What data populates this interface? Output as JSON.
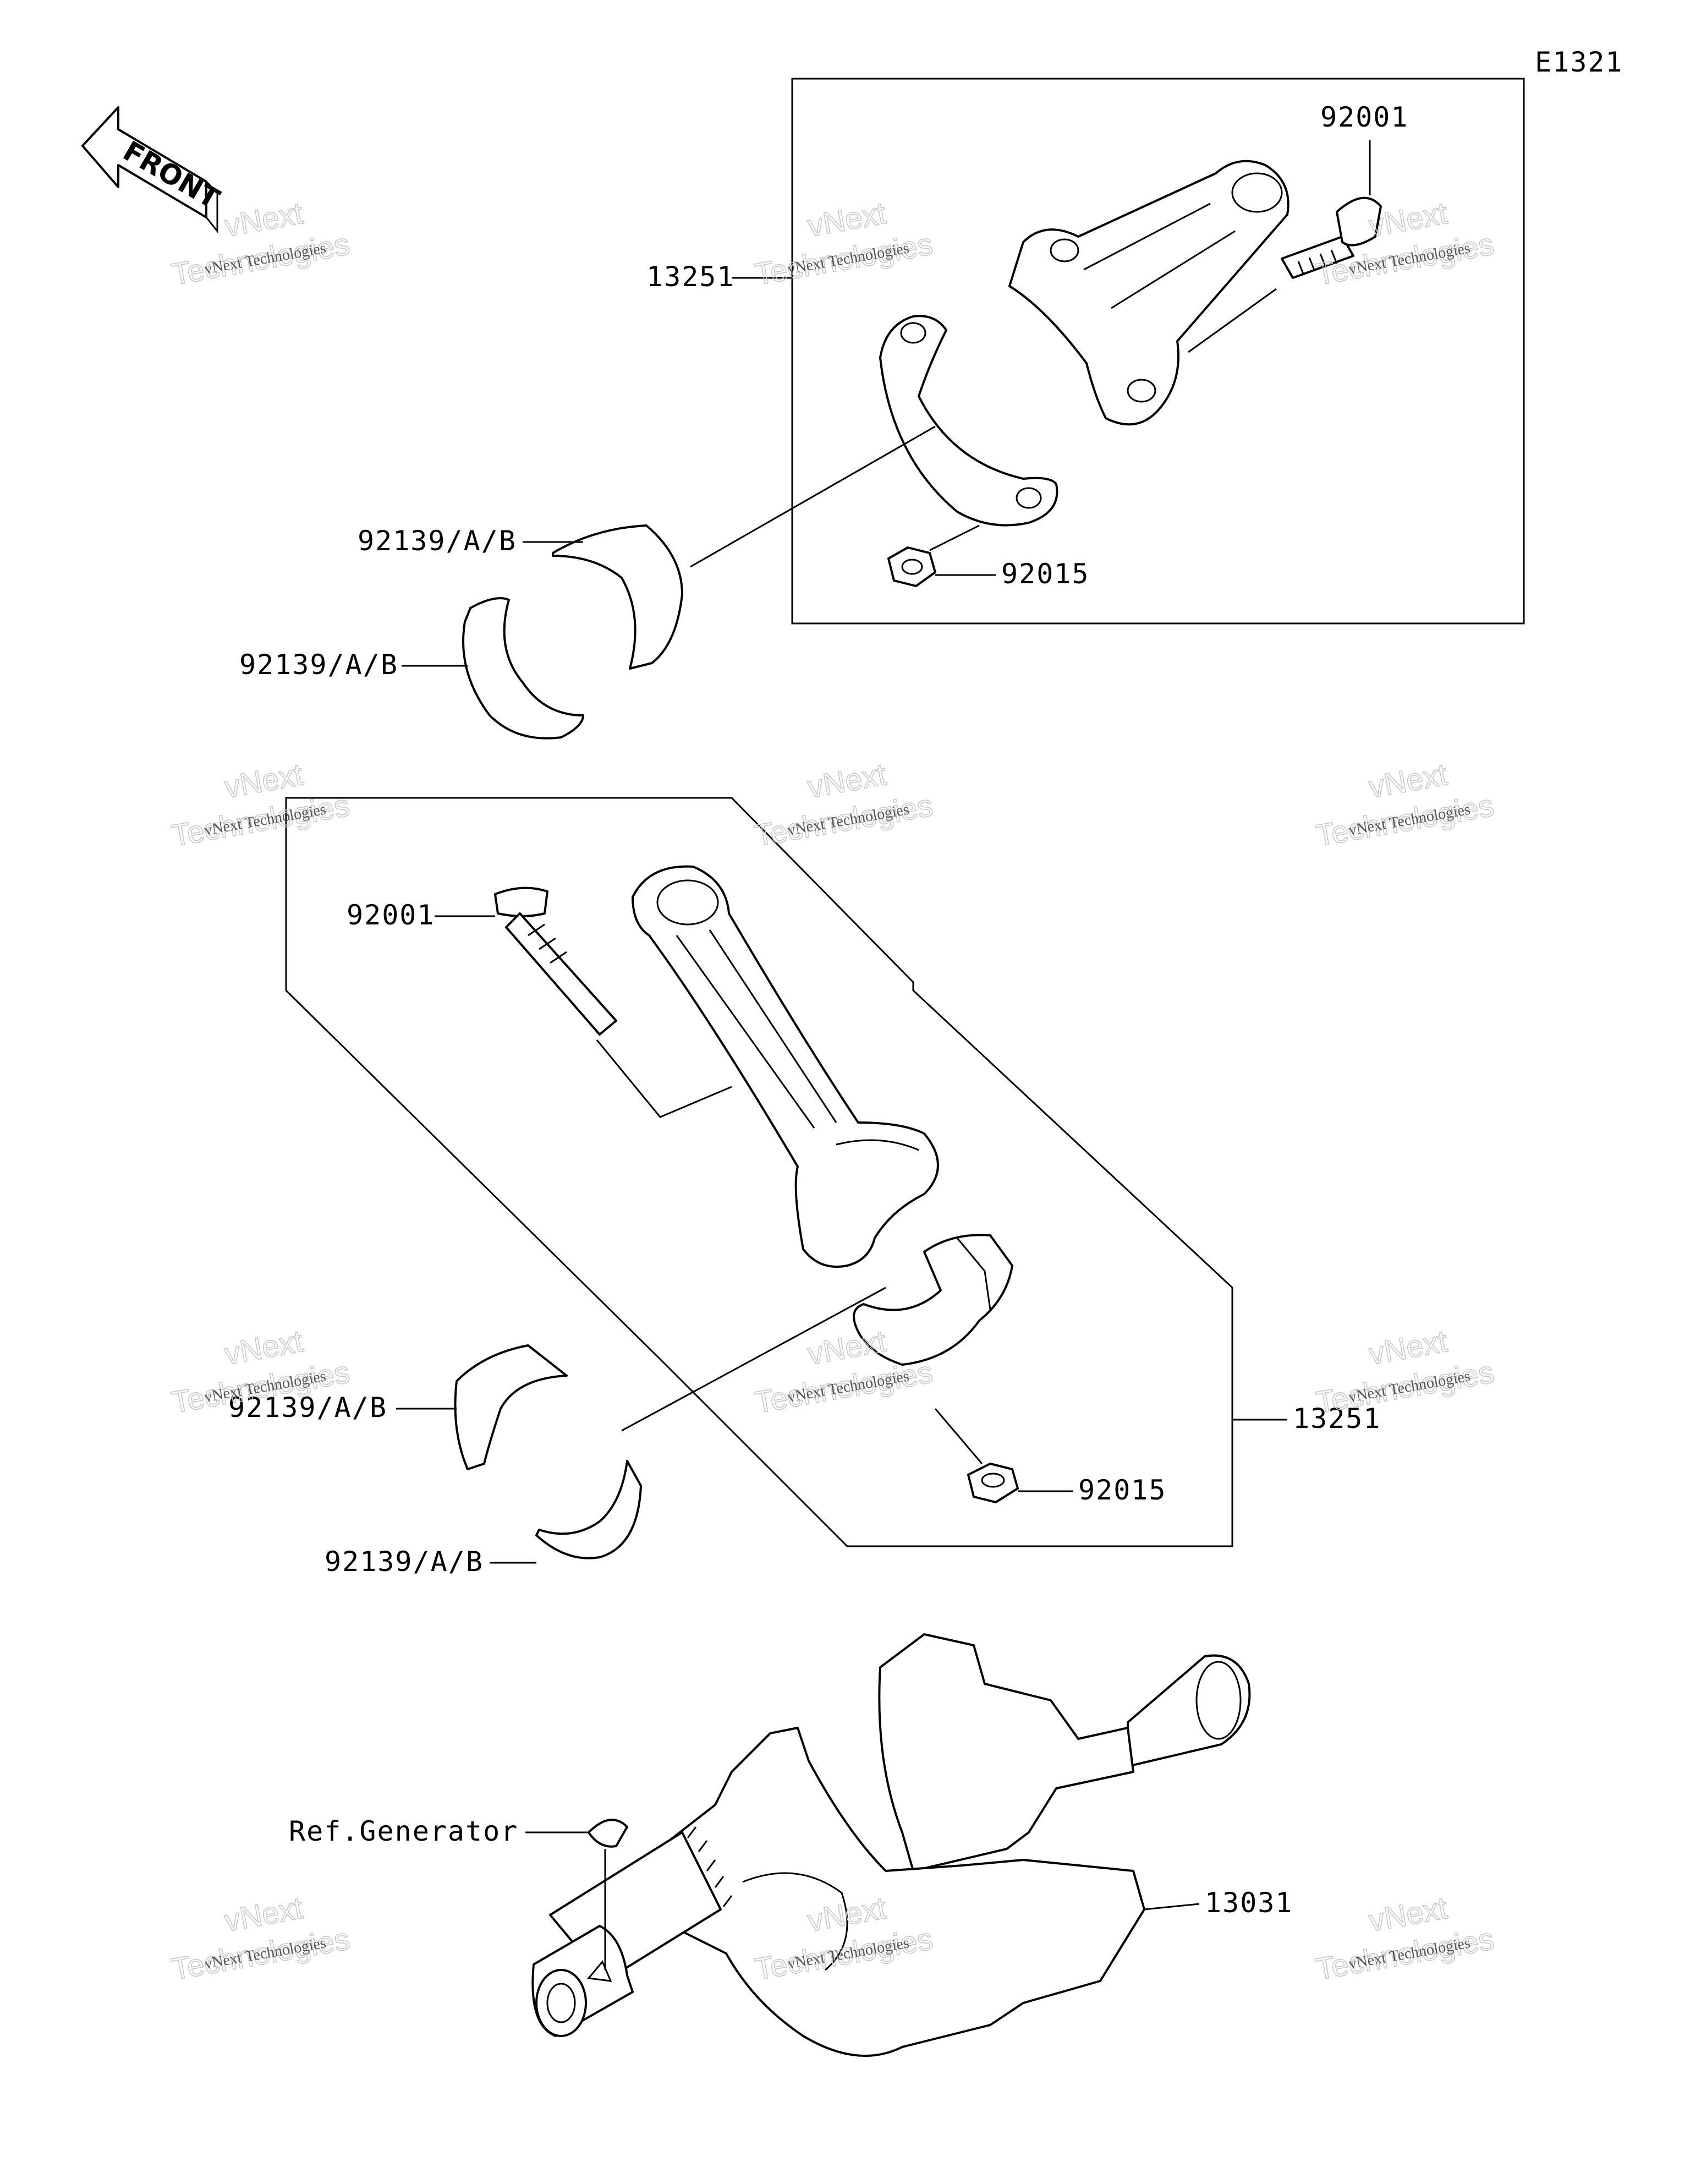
{
  "diagram_code": "E1321",
  "front_label": "FRONT",
  "callouts": {
    "top_conrod_assy": "13251",
    "top_bolt": "92001",
    "top_nut": "92015",
    "top_bearing_upper": "92139/A/B",
    "top_bearing_lower": "92139/A/B",
    "mid_bolt": "92001",
    "mid_bearing_upper": "92139/A/B",
    "mid_bearing_lower": "92139/A/B",
    "mid_nut": "92015",
    "mid_conrod_assy": "13251",
    "crankshaft": "13031",
    "key_ref": "Ref.Generator"
  },
  "watermark": {
    "line1": "vNext Technologies",
    "line2": "vNext",
    "line3": "Technologies"
  }
}
